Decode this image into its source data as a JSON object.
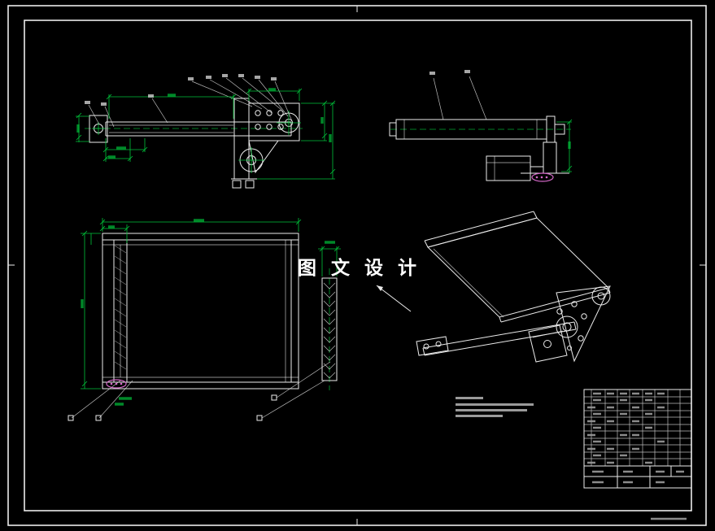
{
  "colors": {
    "bg": "#000000",
    "paper-line": "#ebebeb",
    "dim-line": "#00c23a",
    "highlight": "#d468c8",
    "muted-text": "#9a9a9a"
  },
  "drawing": {
    "watermark": "图 文 设 计",
    "views": {
      "top_left": "head-pulley-bracket-side-view",
      "top_right": "drive-roller-side-view",
      "center_left": "conveyor-plan-view",
      "center": "belt-section-strip",
      "center_right": "conveyor-isometric-view",
      "bottom_right": "title-block"
    }
  }
}
